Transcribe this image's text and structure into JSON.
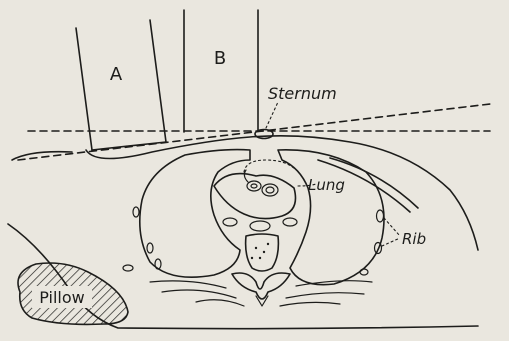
{
  "labels": {
    "block_a": "A",
    "block_b": "B",
    "sternum": "Sternum",
    "lung": "Lung",
    "rib": "Rib",
    "pillow": "Pillow"
  }
}
